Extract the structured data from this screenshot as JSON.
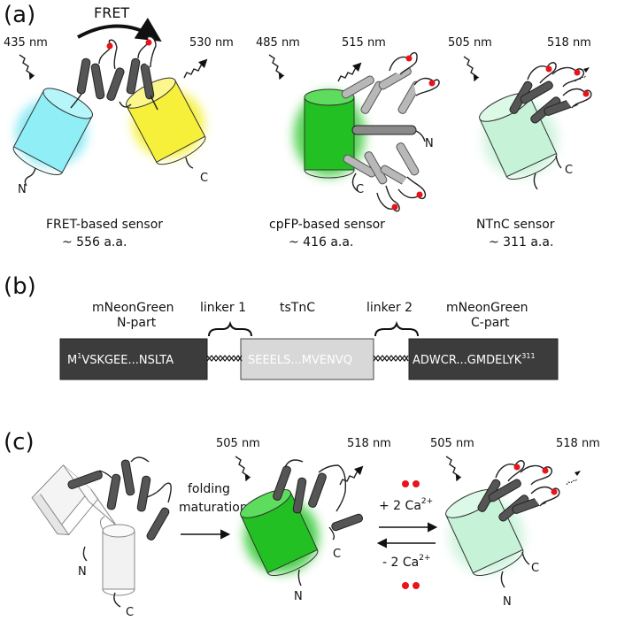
{
  "panel_a": {
    "label": "(a)",
    "fret_arrow_label": "FRET",
    "fret": {
      "ex": "435 nm",
      "em": "530 nm",
      "caption": "FRET-based sensor",
      "size": "~ 556 a.a.",
      "n": "N",
      "c": "C",
      "colors": {
        "donor": "#7ee8f2",
        "acceptor": "#f4ef2a"
      }
    },
    "cpfp": {
      "ex": "485 nm",
      "em": "515 nm",
      "caption": "cpFP-based sensor",
      "size": "~ 416 a.a.",
      "n": "N",
      "c": "C",
      "colors": {
        "barrel": "#2fc82f"
      }
    },
    "ntnc": {
      "ex": "505 nm",
      "em": "518 nm",
      "caption": "NTnC sensor",
      "size": "~ 311 a.a.",
      "c": "C",
      "colors": {
        "barrel": "#c6f2d8"
      }
    }
  },
  "panel_b": {
    "label": "(b)",
    "headers": {
      "mng_n": [
        "mNeonGreen",
        "N-part"
      ],
      "linker1": "linker 1",
      "tstnc": "tsTnC",
      "linker2": "linker 2",
      "mng_c": [
        "mNeonGreen",
        "C-part"
      ]
    },
    "seq_n": {
      "start": "M",
      "sup": "1",
      "rest": "VSKGEE...NSLTA"
    },
    "seq_mid": "SEEELS...MVENVQ",
    "seq_c": {
      "text": "ADWCR...GMDELYK",
      "sup": "311"
    },
    "colors": {
      "dark": "#3c3c3c",
      "light": "#d8d8d8"
    }
  },
  "panel_c": {
    "label": "(c)",
    "folding_label": [
      "folding",
      "maturation"
    ],
    "mid": {
      "ex": "505 nm",
      "em": "518 nm",
      "n": "N",
      "c": "C"
    },
    "right": {
      "ex": "505 nm",
      "em": "518 nm",
      "n": "N",
      "c": "C"
    },
    "left": {
      "n": "N",
      "c": "C"
    },
    "plus": "+ 2 Ca",
    "minus": "- 2 Ca",
    "charge": "2+"
  }
}
